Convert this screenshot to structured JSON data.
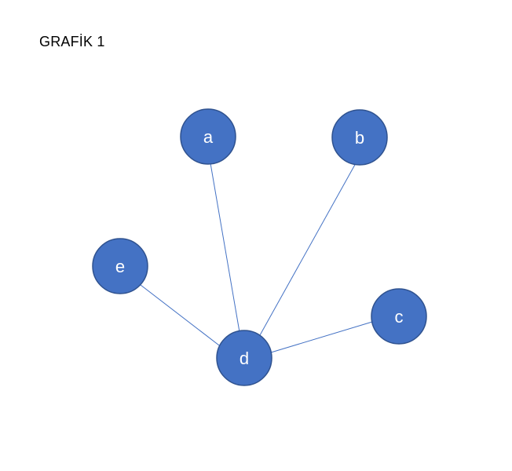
{
  "title": "GRAFİK 1",
  "colors": {
    "node_fill": "#4472C4",
    "node_stroke": "#2F528F",
    "edge": "#4472C4",
    "label": "#ffffff"
  },
  "nodes": [
    {
      "id": "a",
      "label": "a"
    },
    {
      "id": "b",
      "label": "b"
    },
    {
      "id": "c",
      "label": "c"
    },
    {
      "id": "d",
      "label": "d"
    },
    {
      "id": "e",
      "label": "e"
    }
  ],
  "edges": [
    {
      "from": "a",
      "to": "d"
    },
    {
      "from": "b",
      "to": "d"
    },
    {
      "from": "e",
      "to": "d"
    },
    {
      "from": "c",
      "to": "d"
    }
  ]
}
